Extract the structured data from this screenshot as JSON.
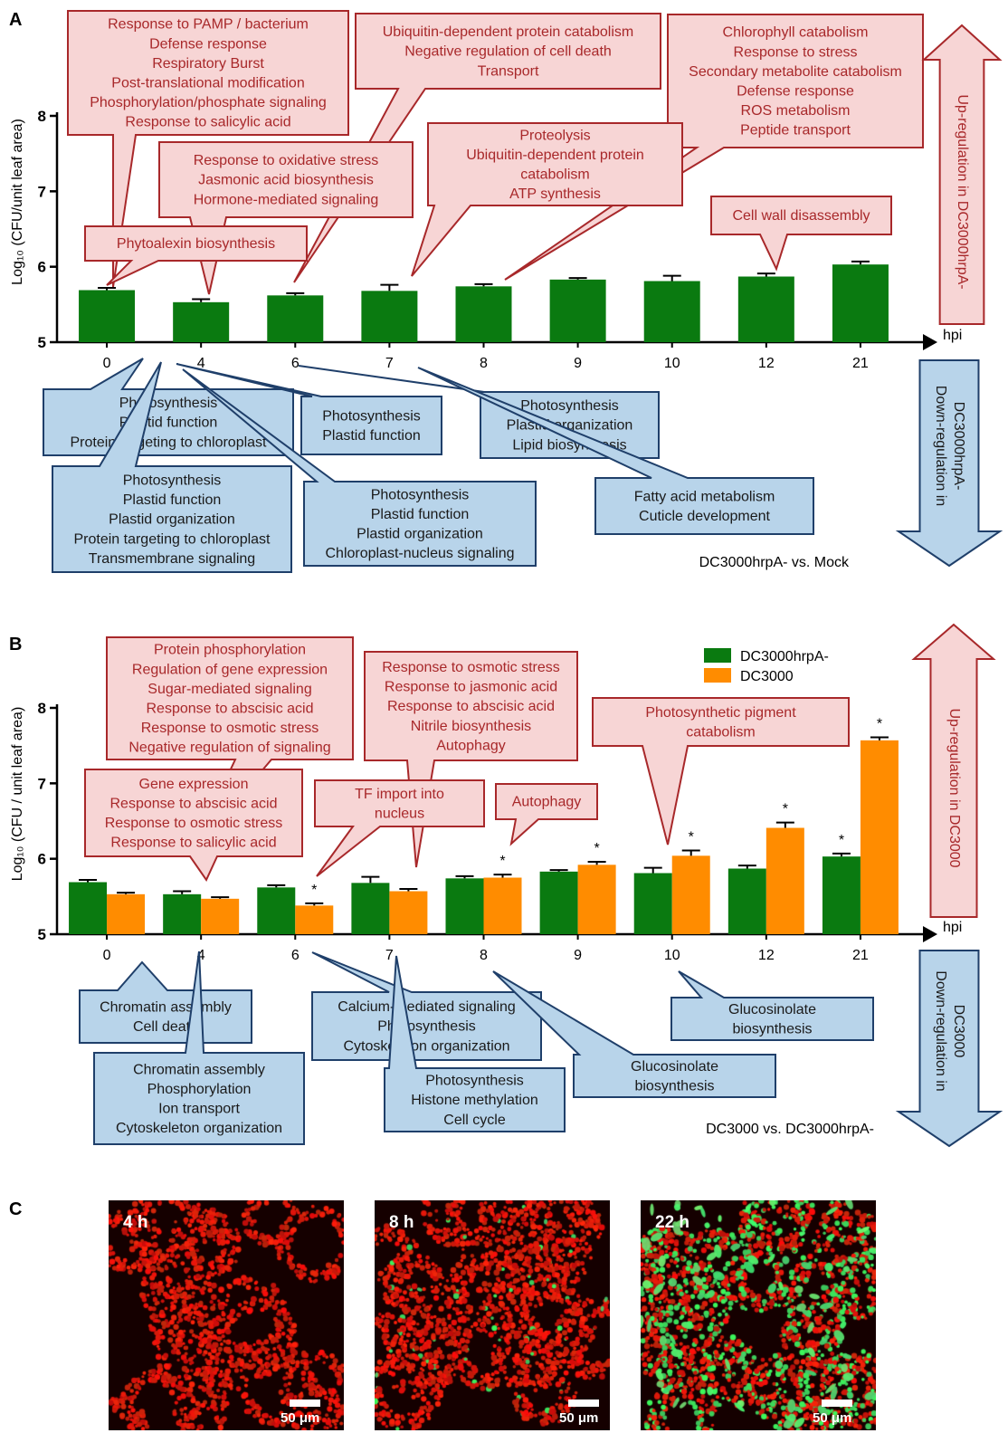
{
  "panels": {
    "a": "A",
    "b": "B",
    "c": "C"
  },
  "chart_data": [
    {
      "type": "bar",
      "categories": [
        "0",
        "4",
        "6",
        "7",
        "8",
        "9",
        "10",
        "12",
        "21"
      ],
      "series": [
        {
          "name": "",
          "values": [
            5.69,
            5.53,
            5.62,
            5.68,
            5.74,
            5.83,
            5.81,
            5.87,
            6.03
          ],
          "errors": [
            0.03,
            0.04,
            0.03,
            0.08,
            0.03,
            0.02,
            0.07,
            0.04,
            0.04
          ]
        }
      ],
      "colors": [
        "#0a7a10"
      ],
      "xlabel": "hpi",
      "ylabel": "Log₁₀ (CFU/unit leaf area)",
      "ylim": [
        5,
        8
      ],
      "yticks": [
        "5",
        "6",
        "7",
        "8"
      ],
      "comparison": "DC3000hrpA- vs. Mock",
      "up_label": "Up-regulation in DC3000hrpA-",
      "down_label": "Down-regulation in DC3000hrpA-",
      "up_boxes": [
        [
          "Response to PAMP / bacterium",
          "Defense response",
          "Respiratory Burst",
          "Post-translational modification",
          "Phosphorylation/phosphate signaling",
          "Response to salicylic acid"
        ],
        [
          "Ubiquitin-dependent protein catabolism",
          "Negative regulation of cell death",
          "Transport"
        ],
        [
          "Chlorophyll catabolism",
          "Response to stress",
          "Secondary metabolite catabolism",
          "Defense response",
          "ROS metabolism",
          "Peptide transport"
        ],
        [
          "Response to oxidative stress",
          "Jasmonic acid biosynthesis",
          "Hormone-mediated signaling"
        ],
        [
          "Proteolysis",
          "Ubiquitin-dependent protein",
          "catabolism",
          "ATP synthesis"
        ],
        [
          "Phytoalexin biosynthesis"
        ],
        [
          "Cell wall disassembly"
        ]
      ],
      "down_boxes": [
        [
          "Photosynthesis",
          "Plastid function",
          "Protein targeting to chloroplast"
        ],
        [
          "Photosynthesis",
          "Plastid function"
        ],
        [
          "Photosynthesis",
          "Plastid organization",
          "Lipid biosynthesis"
        ],
        [
          "Photosynthesis",
          "Plastid function",
          "Plastid organization",
          "Protein targeting to chloroplast",
          "Transmembrane signaling"
        ],
        [
          "Photosynthesis",
          "Plastid function",
          "Plastid organization",
          "Chloroplast-nucleus signaling"
        ],
        [
          "Fatty acid metabolism",
          "Cuticle development"
        ]
      ]
    },
    {
      "type": "bar",
      "categories": [
        "0",
        "4",
        "6",
        "7",
        "8",
        "9",
        "10",
        "12",
        "21"
      ],
      "series": [
        {
          "name": "DC3000hrpA-",
          "values": [
            5.69,
            5.53,
            5.62,
            5.68,
            5.74,
            5.83,
            5.81,
            5.87,
            6.03
          ],
          "errors": [
            0.03,
            0.04,
            0.03,
            0.08,
            0.03,
            0.02,
            0.07,
            0.04,
            0.04
          ]
        },
        {
          "name": "DC3000",
          "values": [
            5.53,
            5.47,
            5.38,
            5.57,
            5.75,
            5.92,
            6.04,
            6.41,
            7.57
          ],
          "errors": [
            0.02,
            0.02,
            0.03,
            0.03,
            0.04,
            0.04,
            0.07,
            0.07,
            0.04
          ]
        }
      ],
      "significant": [
        "",
        "",
        "*",
        "",
        "*",
        "*",
        "*",
        "*",
        "*"
      ],
      "significant_hrpA": [
        "",
        "",
        "",
        "",
        "",
        "",
        "",
        "",
        "*"
      ],
      "colors": [
        "#0a7a10",
        "#ff8c00"
      ],
      "xlabel": "hpi",
      "ylabel": "Log₁₀ (CFU / unit leaf area)",
      "ylim": [
        5,
        8
      ],
      "yticks": [
        "5",
        "6",
        "7",
        "8"
      ],
      "comparison": "DC3000 vs. DC3000hrpA-",
      "up_label": "Up-regulation in DC3000",
      "down_label": "Down-regulation in DC3000",
      "up_boxes": [
        [
          "Protein phosphorylation",
          "Regulation of gene expression",
          "Sugar-mediated signaling",
          "Response to abscisic acid",
          "Response to osmotic stress",
          "Negative regulation of signaling"
        ],
        [
          "Response to osmotic stress",
          "Response to jasmonic acid",
          "Response to abscisic acid",
          "Nitrile biosynthesis",
          "Autophagy"
        ],
        [
          "Gene expression",
          "Response to abscisic acid",
          "Response to osmotic stress",
          "Response to salicylic acid"
        ],
        [
          "TF import into",
          "nucleus"
        ],
        [
          "Autophagy"
        ],
        [
          "Photosynthetic pigment",
          "catabolism"
        ]
      ],
      "down_boxes": [
        [
          "Chromatin assembly",
          "Cell death"
        ],
        [
          "Chromatin assembly",
          "Phosphorylation",
          "Ion transport",
          "Cytoskeleton organization"
        ],
        [
          "Calcium-mediated signaling",
          "Photosynthesis",
          "Cytoskeleton organization"
        ],
        [
          "Photosynthesis",
          "Histone methylation",
          "Cell cycle"
        ],
        [
          "Glucosinolate",
          "biosynthesis"
        ],
        [
          "Glucosinolate",
          "biosynthesis"
        ]
      ]
    }
  ],
  "micrographs": [
    {
      "label": "4 h",
      "scale": "50 μm",
      "green": 0
    },
    {
      "label": "8 h",
      "scale": "50 μm",
      "green": 0.03
    },
    {
      "label": "22 h",
      "scale": "50 μm",
      "green": 0.35
    }
  ],
  "colors": {
    "red_fill": "#f7d5d5",
    "red_stroke": "#a8282a",
    "blue_fill": "#b8d4ea",
    "blue_stroke": "#1f3f6a",
    "green": "#0a7a10",
    "orange": "#ff8c00"
  }
}
